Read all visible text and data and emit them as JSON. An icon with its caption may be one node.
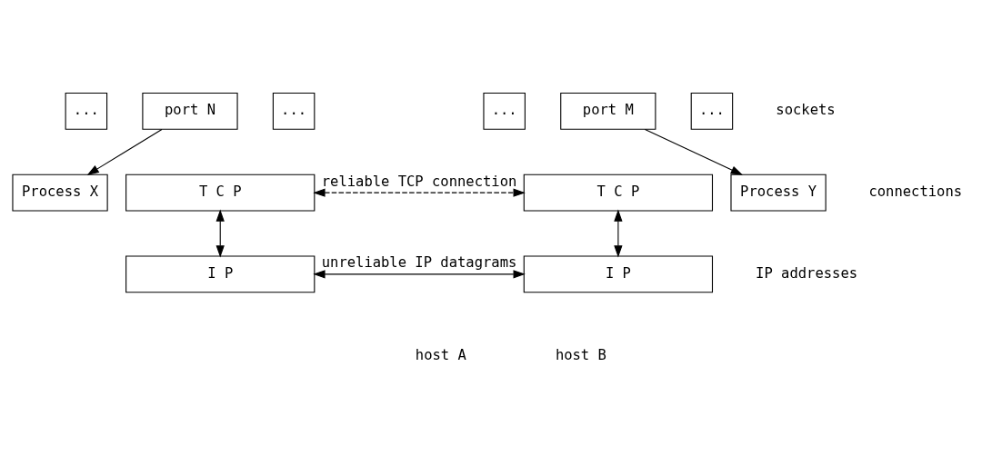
{
  "diagram": {
    "nodes": [
      {
        "text": [
          "Process X"
        ]
      },
      {
        "text": [
          "Process Y"
        ]
      },
      {
        "text": [
          "..."
        ]
      },
      {
        "text": [
          "port N"
        ]
      },
      {
        "text": [
          "..."
        ]
      },
      {
        "text": [
          "T C P"
        ]
      },
      {
        "text": [
          "..."
        ]
      },
      {
        "text": [
          "port M"
        ]
      },
      {
        "text": [
          "..."
        ]
      },
      {
        "text": [
          "T C P"
        ]
      },
      {
        "text": [
          "I P"
        ]
      },
      {
        "text": [
          "I P"
        ]
      }
    ],
    "edges": [
      {
        "from": 3,
        "to": 0,
        "arrow": "to"
      },
      {
        "from": 7,
        "to": 1,
        "arrow": "to"
      },
      {
        "from": 5,
        "to": 9,
        "arrow": "both",
        "style": "dashed",
        "label": "reliable TCP connection"
      },
      {
        "from": 5,
        "to": 10,
        "arrow": "both"
      },
      {
        "from": 9,
        "to": 11,
        "arrow": "both"
      },
      {
        "from": 10,
        "to": 11,
        "arrow": "both",
        "label": "unreliable IP datagrams"
      }
    ],
    "labels": [
      "connections",
      "sockets",
      "IP addresses",
      "host A",
      "host B"
    ]
  }
}
